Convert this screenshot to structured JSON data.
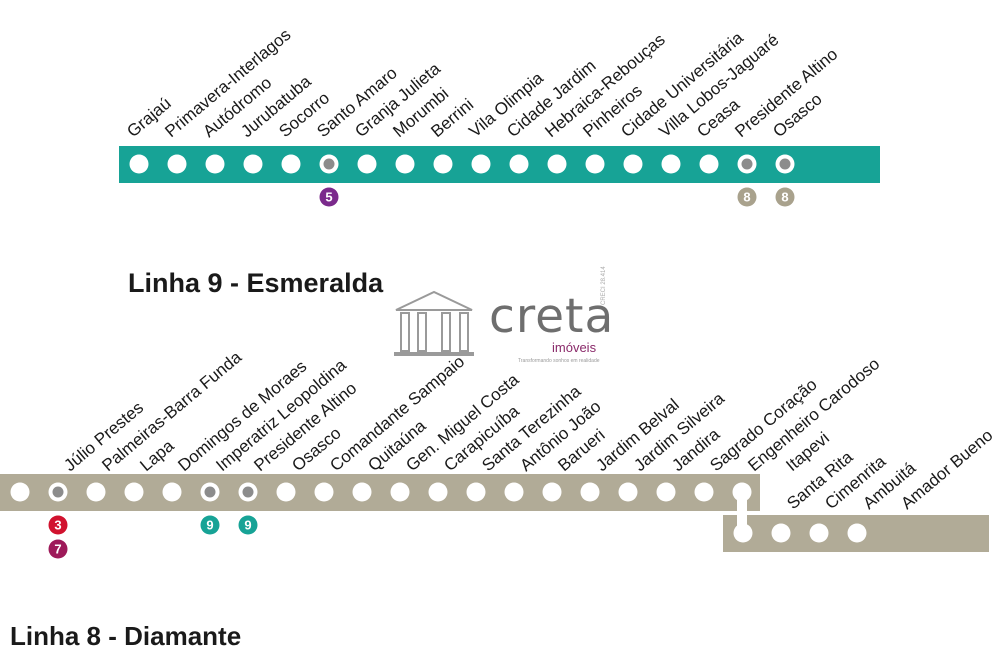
{
  "line9": {
    "title": "Linha 9 - Esmeralda",
    "band_color": "#17a396",
    "stations": [
      {
        "name": "Grajaú",
        "transfer": false
      },
      {
        "name": "Primavera-Interlagos",
        "transfer": false
      },
      {
        "name": "Autódromo",
        "transfer": false
      },
      {
        "name": "Jurubatuba",
        "transfer": false
      },
      {
        "name": "Socorro",
        "transfer": false
      },
      {
        "name": "Santo Amaro",
        "transfer": true
      },
      {
        "name": "Granja Julieta",
        "transfer": false
      },
      {
        "name": "Morumbi",
        "transfer": false
      },
      {
        "name": "Berrini",
        "transfer": false
      },
      {
        "name": "Vila Olimpia",
        "transfer": false
      },
      {
        "name": "Cidade Jardim",
        "transfer": false
      },
      {
        "name": "Hebraica-Rebouças",
        "transfer": false
      },
      {
        "name": "Pinheiros",
        "transfer": false
      },
      {
        "name": "Cidade Universitária",
        "transfer": false
      },
      {
        "name": "Villa Lobos-Jaguaré",
        "transfer": false
      },
      {
        "name": "Ceasa",
        "transfer": false
      },
      {
        "name": "Presidente Altino",
        "transfer": true
      },
      {
        "name": "Osasco",
        "transfer": true
      }
    ],
    "badges": [
      {
        "station": "Santo Amaro",
        "label": "5",
        "color": "#7b2a8c"
      },
      {
        "station": "Presidente Altino",
        "label": "8",
        "color": "#a9a28d"
      },
      {
        "station": "Osasco",
        "label": "8",
        "color": "#a9a28d"
      }
    ]
  },
  "line8": {
    "title": "Linha 8 - Diamante",
    "band_color": "#b1ab97",
    "stations": [
      {
        "name": "",
        "transfer": false
      },
      {
        "name": "Júlio Prestes",
        "transfer": true
      },
      {
        "name": "Palmeiras-Barra Funda",
        "transfer": false
      },
      {
        "name": "Lapa",
        "transfer": false
      },
      {
        "name": "Domingos de Moraes",
        "transfer": false
      },
      {
        "name": "Imperatriz Leopoldina",
        "transfer": true
      },
      {
        "name": "Presidente Altino",
        "transfer": true
      },
      {
        "name": "Osasco",
        "transfer": false
      },
      {
        "name": "Comandante Sampaio",
        "transfer": false
      },
      {
        "name": "Quitaúna",
        "transfer": false
      },
      {
        "name": "Gen. Miguel Costa",
        "transfer": false
      },
      {
        "name": "Carapicuíba",
        "transfer": false
      },
      {
        "name": "Santa Terezinha",
        "transfer": false
      },
      {
        "name": "Antônio João",
        "transfer": false
      },
      {
        "name": "Barueri",
        "transfer": false
      },
      {
        "name": "Jardim Belval",
        "transfer": false
      },
      {
        "name": "Jardim Silveira",
        "transfer": false
      },
      {
        "name": "Jandira",
        "transfer": false
      },
      {
        "name": "Sagrado Coração",
        "transfer": false
      },
      {
        "name": "Engenheiro Carodoso",
        "transfer": false
      },
      {
        "name": "Itapevi",
        "transfer": false
      }
    ],
    "branch_stations": [
      "Santa Rita",
      "Cimenrita",
      "Ambuitá",
      "Amador Bueno"
    ],
    "badges": [
      {
        "station_index": 1,
        "label": "3",
        "color": "#d1122e"
      },
      {
        "station_index": 1,
        "label": "7",
        "color": "#9e1a5a"
      },
      {
        "station_index": 5,
        "label": "9",
        "color": "#17a396"
      },
      {
        "station_index": 6,
        "label": "9",
        "color": "#17a396"
      }
    ]
  },
  "watermark": {
    "brand": "creta",
    "sub": "imóveis",
    "tagline": "Transformando sonhos em realidade",
    "side": "CRECI 28.414"
  }
}
